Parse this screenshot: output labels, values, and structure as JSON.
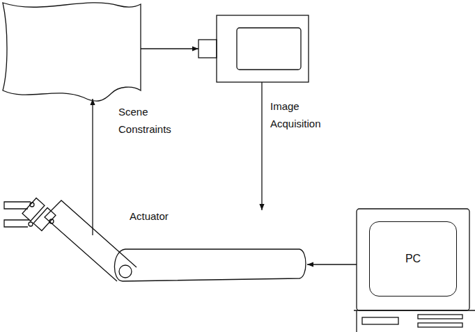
{
  "diagram": {
    "nodes": [
      {
        "text": [
          "PC"
        ]
      }
    ],
    "labels": [
      "Scene Constraints",
      "Image Acquisition",
      "Actuator"
    ]
  }
}
